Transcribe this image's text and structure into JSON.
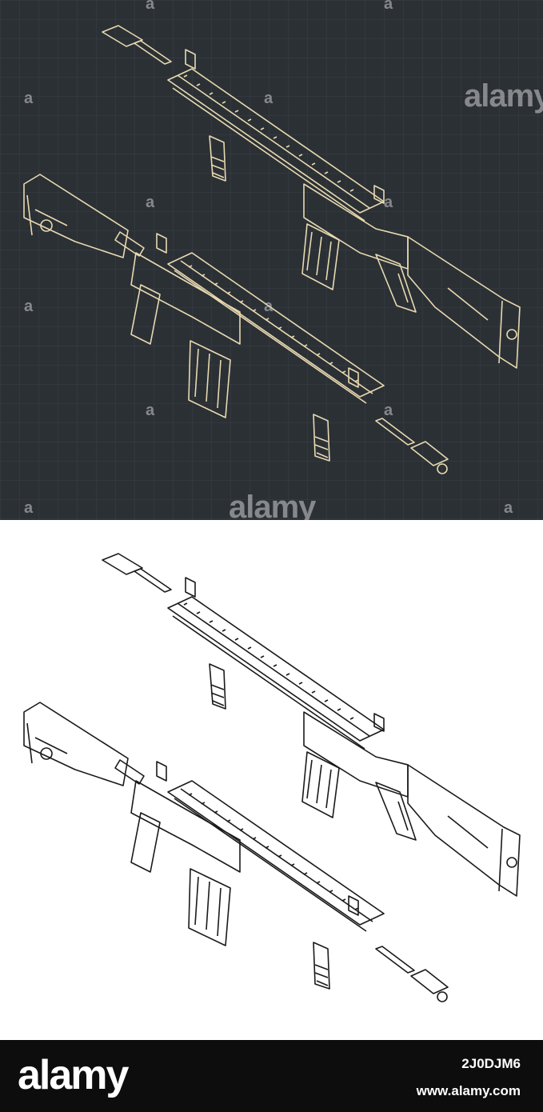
{
  "watermark": {
    "text": "alamy",
    "small_mark": "a"
  },
  "colors": {
    "dark_background": "#2b3035",
    "blueprint_line": "#e8d9b0",
    "light_background": "#ffffff",
    "sketch_line": "#1a1a1a",
    "footer": "#0d0d0d"
  },
  "footer": {
    "brand": "alamy",
    "image_id": "2J0DJM6",
    "site": "www.alamy.com"
  }
}
